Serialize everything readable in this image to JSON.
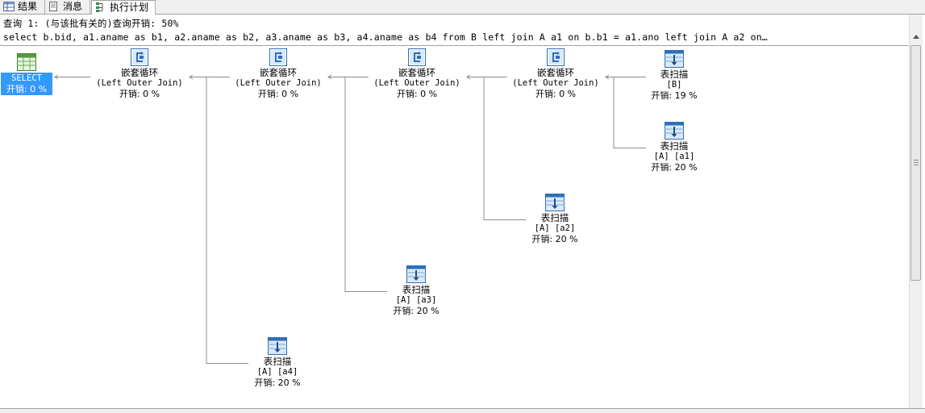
{
  "tabs": [
    {
      "label": "结果",
      "icon": "grid-icon"
    },
    {
      "label": "消息",
      "icon": "message-icon"
    },
    {
      "label": "执行计划",
      "icon": "execution-plan-icon"
    }
  ],
  "header": {
    "query_line": "查询 1: (与该批有关的)查询开销: 50%",
    "sql_line": "select b.bid, a1.aname as b1, a2.aname as b2, a3.aname as b3, a4.aname as b4 from B left join A a1 on b.b1 = a1.ano left join A a2 on…"
  },
  "plan": {
    "select": {
      "label": "SELECT",
      "cost": "开销: 0 %"
    },
    "joins": [
      {
        "label": "嵌套循环",
        "sub": "(Left Outer Join)",
        "cost": "开销: 0 %"
      },
      {
        "label": "嵌套循环",
        "sub": "(Left Outer Join)",
        "cost": "开销: 0 %"
      },
      {
        "label": "嵌套循环",
        "sub": "(Left Outer Join)",
        "cost": "开销: 0 %"
      },
      {
        "label": "嵌套循环",
        "sub": "(Left Outer Join)",
        "cost": "开销: 0 %"
      }
    ],
    "scans": [
      {
        "label": "表扫描",
        "sub": "[B]",
        "cost": "开销: 19 %"
      },
      {
        "label": "表扫描",
        "sub": "[A] [a1]",
        "cost": "开销: 20 %"
      },
      {
        "label": "表扫描",
        "sub": "[A] [a2]",
        "cost": "开销: 20 %"
      },
      {
        "label": "表扫描",
        "sub": "[A] [a3]",
        "cost": "开销: 20 %"
      },
      {
        "label": "表扫描",
        "sub": "[A] [a4]",
        "cost": "开销: 20 %"
      }
    ]
  },
  "colors": {
    "selection": "#3399ff",
    "connector": "#8c8c8c",
    "icon_blue": "#2c6fb7"
  }
}
